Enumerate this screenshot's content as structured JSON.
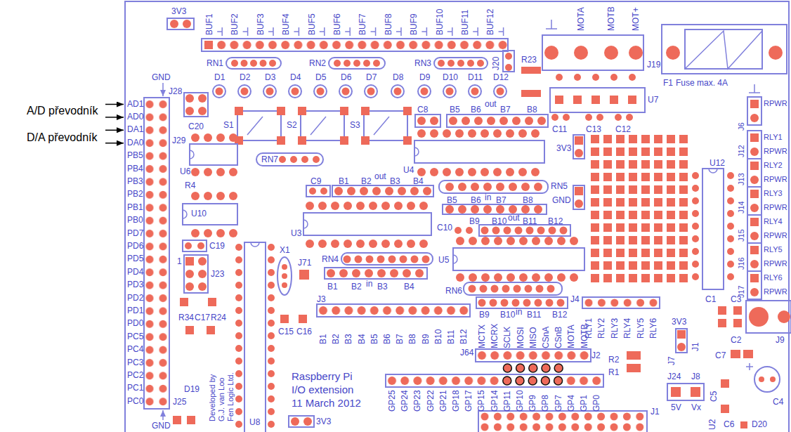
{
  "diagram": {
    "labels": [
      "A/D převodník",
      "D/A převodník",
      "3V3",
      "BUF1",
      "BUF2",
      "BUF3",
      "BUF4",
      "BUF5",
      "BUF6",
      "BUF7",
      "BUF8",
      "BUF9",
      "BUF10",
      "BUF11",
      "BUF12",
      "MOTA",
      "MOTB",
      "MOT+",
      "RN1",
      "RN2",
      "RN3",
      "R23",
      "J20",
      "J19",
      "F1",
      "Fuse max. 4A",
      "D1",
      "D2",
      "D3",
      "D4",
      "D5",
      "D6",
      "D7",
      "D8",
      "D9",
      "D10",
      "D11",
      "D12",
      "U7",
      "C8",
      "B5",
      "B6",
      "out",
      "B7",
      "B8",
      "S1",
      "S2",
      "S3",
      "C20",
      "GND",
      "J28",
      "AD1",
      "AD0",
      "DA1",
      "DA0",
      "PB5",
      "PB4",
      "PB3",
      "PB2",
      "PB1",
      "PB0",
      "PD7",
      "PD6",
      "PD5",
      "PD4",
      "PD3",
      "PD2",
      "PD1",
      "PD0",
      "PC5",
      "PC4",
      "PC3",
      "PC2",
      "PC1",
      "PC0",
      "J29",
      "RN7",
      "U6",
      "R4",
      "U10",
      "C19",
      "1",
      "J23",
      "R34",
      "C17",
      "R24",
      "X1",
      "J71",
      "J3",
      "B1",
      "B2",
      "B3",
      "B4",
      "B5",
      "B6",
      "B7",
      "B8",
      "B9",
      "B10",
      "B11",
      "B12",
      "C15",
      "C16",
      "U4",
      "C9",
      "B1",
      "B2",
      "out",
      "B3",
      "B4",
      "RN5",
      "B5",
      "B6",
      "in",
      "B7",
      "B8",
      "GND",
      "3V3",
      "C11",
      "C13",
      "C12",
      "U3",
      "C10",
      "B9",
      "B10",
      "out",
      "B11",
      "B12",
      "U5",
      "RN4",
      "B1",
      "B2",
      "in",
      "B3",
      "B4",
      "RN6",
      "B9",
      "B10",
      "in",
      "B11",
      "B12",
      "J4",
      "RLY1",
      "RLY2",
      "RLY3",
      "RLY4",
      "RLY5",
      "RLY6",
      "MCTX",
      "MCRX",
      "SCLK",
      "MOSI",
      "MISO",
      "CSnA",
      "CSnB",
      "MOTA",
      "MOTB",
      "J64",
      "J2",
      "R2",
      "R1",
      "GP25",
      "GP24",
      "GP23",
      "GP22",
      "GP21",
      "GP18",
      "GP17",
      "GP15",
      "GP14",
      "GP11",
      "GP10",
      "GP9",
      "GP8",
      "GP7",
      "GP4",
      "GP1",
      "GP0",
      "J1",
      "RPWR",
      "J6",
      "J12",
      "RLY1",
      "RPWR",
      "J13",
      "RLY2",
      "RPWR",
      "J14",
      "RLY3",
      "RPWR",
      "J15",
      "RLY4",
      "RPWR",
      "J16",
      "RLY5",
      "RPWR",
      "J17",
      "RLY6",
      "RPWR",
      "U12",
      "C1",
      "C3",
      "J9",
      "C2",
      "3V3",
      "J7",
      "J1",
      "C7",
      "J24",
      "J8",
      "5V",
      "Vx",
      "C5",
      "C4",
      "U2",
      "C6",
      "D20",
      "GND",
      "J25",
      "D19",
      "Developed by",
      "G.J. van Loo",
      "Fen Logic Ltd.",
      "U8",
      "Raspberry Pi",
      "I/O extension",
      "11 March 2012",
      "3V3"
    ]
  }
}
